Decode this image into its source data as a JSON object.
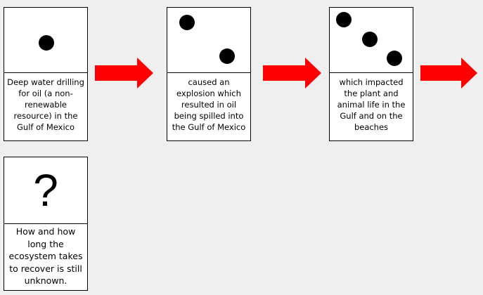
{
  "colors": {
    "background": "#efefef",
    "arrow": "#ff0000",
    "card_border": "#000000",
    "pip": "#000000"
  },
  "cards": [
    {
      "pips": 1,
      "text": "Deep water drilling for oil (a non-renewable resource) in the Gulf of Mexico"
    },
    {
      "pips": 2,
      "text": "caused an explosion which resulted in oil being spilled into the Gulf of Mexico"
    },
    {
      "pips": 3,
      "text": "which impacted the plant and animal life in the Gulf and on the beaches"
    },
    {
      "symbol": "?",
      "text": "How and how long the ecosystem takes to recover is still unknown."
    }
  ],
  "arrows": [
    {
      "icon": "right-arrow-icon"
    },
    {
      "icon": "right-arrow-icon"
    },
    {
      "icon": "right-arrow-icon"
    }
  ]
}
